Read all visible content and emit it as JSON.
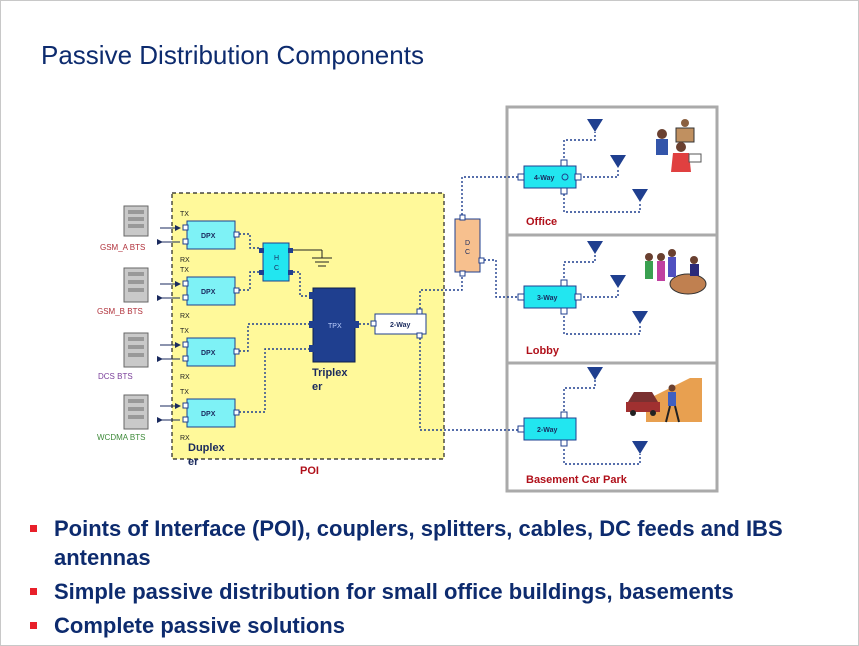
{
  "title": "Passive Distribution Components",
  "bts": [
    {
      "label": "GSM_A BTS",
      "color": "#b0303a"
    },
    {
      "label": "GSM_B BTS",
      "color": "#b0303a"
    },
    {
      "label": "DCS BTS",
      "color": "#7a3f9a"
    },
    {
      "label": "WCDMA BTS",
      "color": "#3e8a3a"
    }
  ],
  "port_labels": {
    "tx": "TX",
    "rx": "RX"
  },
  "duplexer": {
    "label": "DPX",
    "caption_line1": "Duplex",
    "caption_line2": "er"
  },
  "hybrid_combiner": {
    "line1": "H",
    "line2": "C"
  },
  "triplexer": {
    "label": "TPX",
    "caption_line1": "Triplex",
    "caption_line2": "er"
  },
  "poi": {
    "label": "POI"
  },
  "poi_splitter": {
    "label": "2-Way"
  },
  "dc_coupler": {
    "line1": "D",
    "line2": "C"
  },
  "zones": [
    {
      "name": "Office",
      "splitter": "4-Way"
    },
    {
      "name": "Lobby",
      "splitter": "3-Way"
    },
    {
      "name": "Basement Car Park",
      "splitter": "2-Way"
    }
  ],
  "bullets": [
    "Points of Interface (POI), couplers, splitters, cables, DC feeds and IBS antennas",
    "Simple passive distribution for small office buildings, basements",
    "Complete passive solutions"
  ],
  "colors": {
    "title": "#0d2b6e",
    "poi_fill": "#fff99a",
    "splitter_fill": "#22e6f0",
    "triplexer_fill": "#1f3f8f",
    "dc_fill": "#f7c08e",
    "zone_label": "#b0101a",
    "bullet_marker": "#e8202a",
    "antenna": "#1f3f8f"
  }
}
